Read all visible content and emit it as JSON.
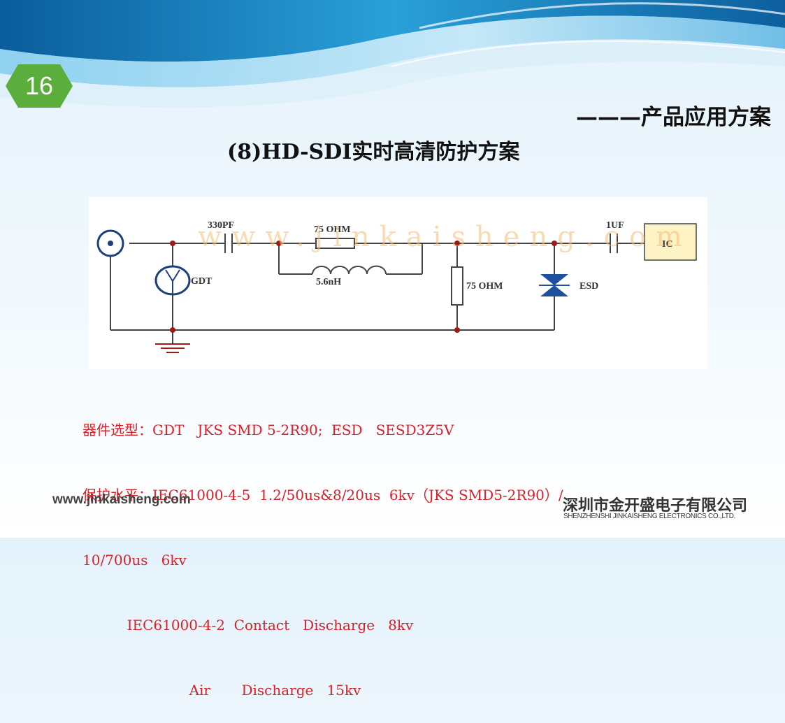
{
  "slide": {
    "page_number": "16",
    "section_label": "———产品应用方案",
    "title": "(8)HD-SDI实时高清防护方案"
  },
  "circuit": {
    "watermark": "www.jinkaisheng.com",
    "labels": {
      "capacitor_in": "330PF",
      "resistor_series": "75 OHM",
      "inductor": "5.6nH",
      "gdt": "GDT",
      "resistor_shunt": "75 OHM",
      "capacitor_out": "1UF",
      "esd": "ESD",
      "ic": "IC"
    }
  },
  "spec": {
    "lines": [
      "器件选型：GDT   JKS SMD 5-2R90;  ESD   SESD3Z5V",
      "保护水平：IEC61000-4-5  1.2/50us&8/20us  6kv（JKS SMD5-2R90）/",
      "10/700us   6kv",
      "          IEC61000-4-2  Contact   Discharge   8kv",
      "                        Air       Discharge   15kv"
    ]
  },
  "footer": {
    "url": "www.jinkaisheng.com",
    "company_cn": "深圳市金开盛电子有限公司",
    "company_en": "SHENZHENSHI JINKAISHENG ELECTRONICS CO.,LTD."
  },
  "colors": {
    "badge_green": "#5cae3c",
    "spec_red": "#d6222a",
    "wire": "#444444",
    "junction": "#a01818",
    "esd_blue": "#1f4fa0",
    "ic_fill": "#fdf3c4"
  }
}
